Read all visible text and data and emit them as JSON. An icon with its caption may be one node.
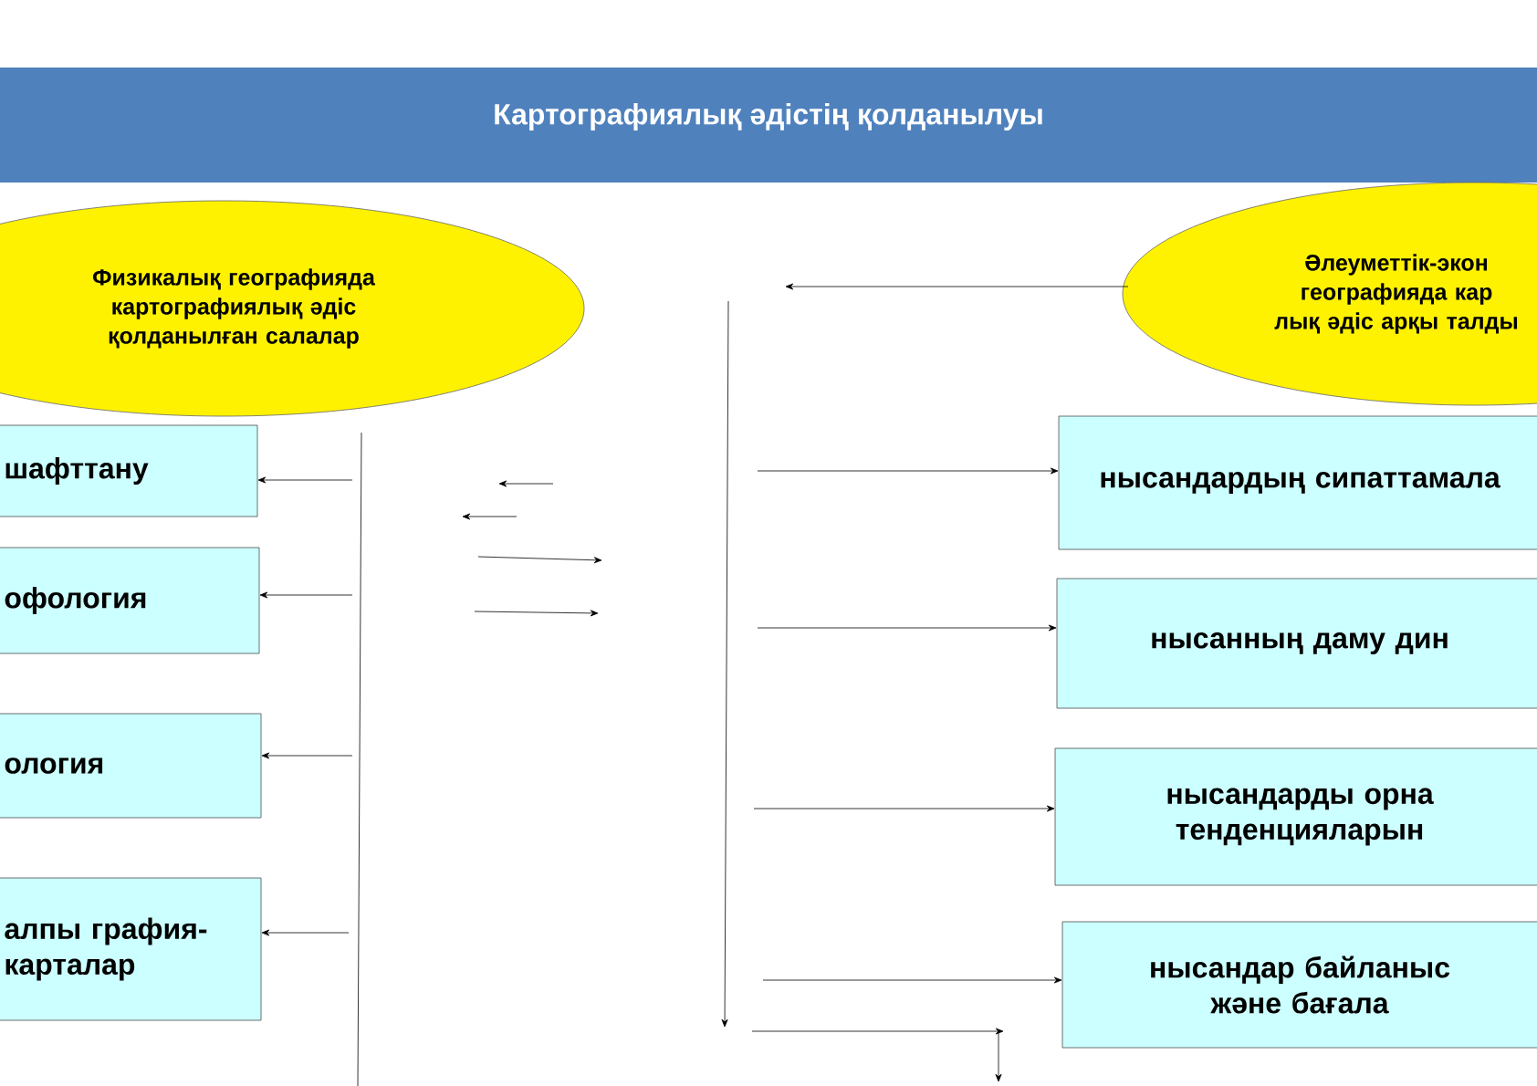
{
  "diagram": {
    "title": "Картографиялық әдістің қолданылуы",
    "nodes": [
      {
        "text": [
          "Физикалық географияда картографиялық әдіс қолданылған салалар"
        ]
      },
      {
        "text": [
          "Әлеуметтік-экон географияда кар лық әдіс арқы талды"
        ]
      },
      {
        "text": [
          "шафттану"
        ]
      },
      {
        "text": [
          "офология"
        ]
      },
      {
        "text": [
          "ология"
        ]
      },
      {
        "text": [
          "алпы графия- карталар"
        ]
      },
      {
        "text": [
          "нысандардың сипаттамала"
        ]
      },
      {
        "text": [
          "нысанның даму дин"
        ]
      },
      {
        "text": [
          "нысандарды орна тенденцияларын"
        ]
      },
      {
        "text": [
          "нысандар байланыс және бағала"
        ]
      }
    ],
    "edges": [
      {
        "from": 1,
        "to": null,
        "arrow": "to"
      },
      {
        "from": null,
        "to": 2,
        "arrow": "to"
      },
      {
        "from": null,
        "to": 3,
        "arrow": "to"
      },
      {
        "from": null,
        "to": 4,
        "arrow": "to"
      },
      {
        "from": null,
        "to": 5,
        "arrow": "to"
      },
      {
        "from": null,
        "to": 6,
        "arrow": "to"
      },
      {
        "from": null,
        "to": 7,
        "arrow": "to"
      },
      {
        "from": null,
        "to": 8,
        "arrow": "to"
      },
      {
        "from": null,
        "to": 9,
        "arrow": "to"
      }
    ]
  }
}
